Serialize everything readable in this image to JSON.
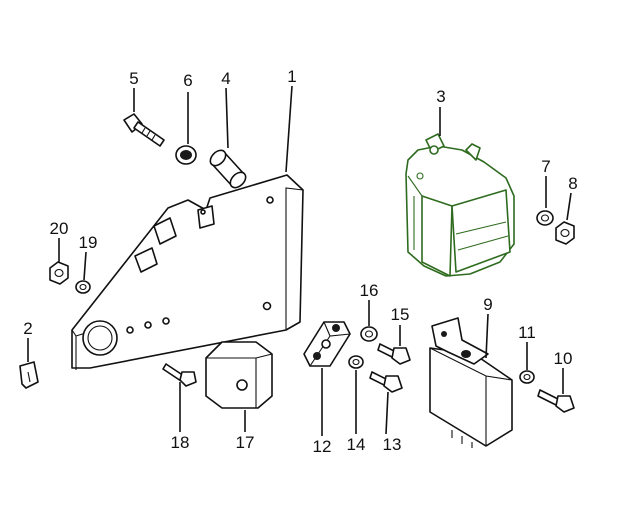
{
  "diagram": {
    "callouts": {
      "p1": "1",
      "p2": "2",
      "p3": "3",
      "p4": "4",
      "p5": "5",
      "p6": "6",
      "p7": "7",
      "p8": "8",
      "p9": "9",
      "p10": "10",
      "p11": "11",
      "p12": "12",
      "p13": "13",
      "p14": "14",
      "p15": "15",
      "p16": "16",
      "p17": "17",
      "p18": "18",
      "p19": "19",
      "p20": "20"
    },
    "colors": {
      "line": "#111111",
      "highlight": "#2e6b1f",
      "background": "#ffffff"
    },
    "parts": [
      "mounting-plate",
      "clip",
      "voltage-regulator",
      "spacer-sleeve",
      "bolt",
      "washer",
      "washer",
      "nut",
      "control-unit",
      "bolt",
      "washer",
      "rubber-mount",
      "screw",
      "washer",
      "screw",
      "washer",
      "relay-box",
      "screw",
      "washer",
      "nut"
    ]
  }
}
